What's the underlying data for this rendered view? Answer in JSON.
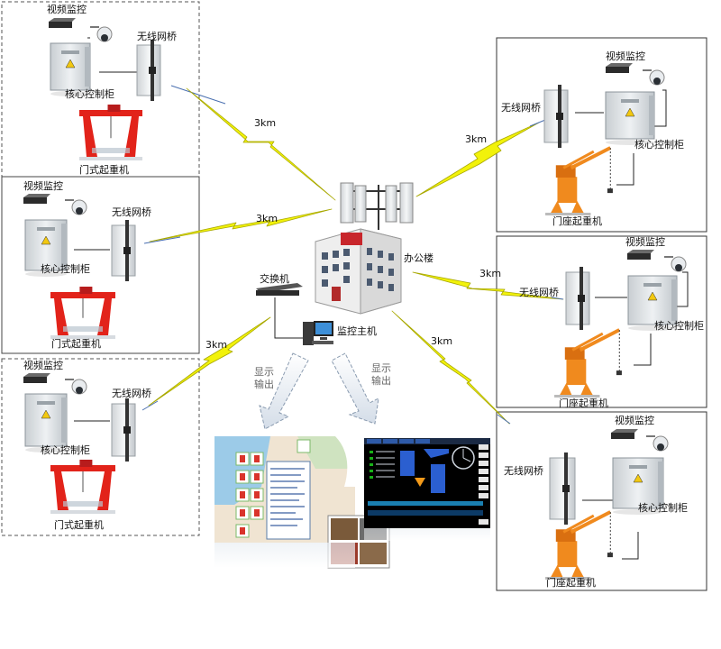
{
  "labels": {
    "video": "视频监控",
    "bridge": "无线网桥",
    "cabinet": "核心控制柜",
    "gantry_crane": "门式起重机",
    "portal_crane": "门座起重机",
    "office": "办公楼",
    "switch": "交换机",
    "host": "监控主机",
    "distance": "3km",
    "display_line1": "显示",
    "display_line2": "输出"
  },
  "colors": {
    "lightning": "#f2f20a",
    "lightning_stroke": "#9a9a00",
    "crane_red": "#e2231a",
    "crane_orange": "#f08a1e",
    "cabinet": "#dfe3e6",
    "line": "#333333",
    "arrow_fill": "#e8eef5"
  },
  "panels": [
    {
      "id": "left-1",
      "style": "dashed",
      "crane": "gantry_crane"
    },
    {
      "id": "left-2",
      "style": "solid",
      "crane": "gantry_crane"
    },
    {
      "id": "left-3",
      "style": "dashed",
      "crane": "gantry_crane"
    },
    {
      "id": "right-1",
      "style": "solid",
      "crane": "portal_crane"
    },
    {
      "id": "right-2",
      "style": "solid",
      "crane": "portal_crane"
    },
    {
      "id": "right-3",
      "style": "solid",
      "crane": "portal_crane"
    }
  ],
  "icons": {
    "camera": "camera-icon",
    "dvr": "dvr-icon",
    "cabinet": "control-cabinet-icon",
    "bridge": "wireless-bridge-icon",
    "building": "office-building-icon",
    "switch": "network-switch-icon",
    "computer": "computer-icon"
  }
}
